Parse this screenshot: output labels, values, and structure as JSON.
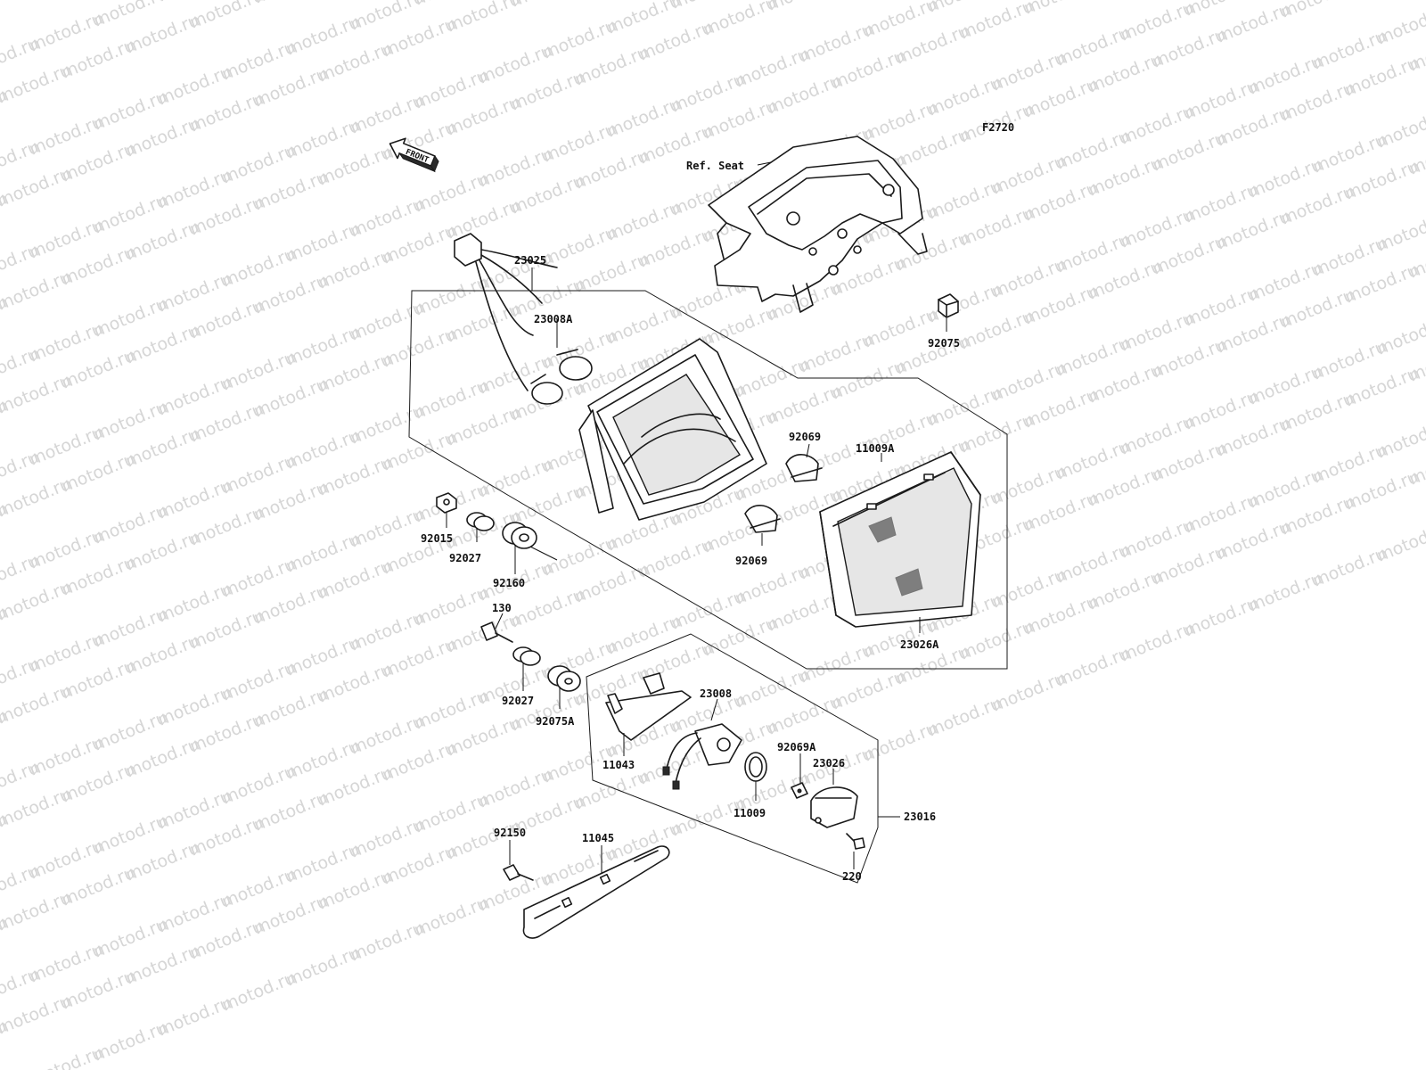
{
  "watermark": {
    "text": "motod.ru"
  },
  "figure_code": "F2720",
  "front_arrow": {
    "text": "FRONT"
  },
  "reference_label": "Ref. Seat",
  "parts": {
    "p23025": "23025",
    "p23008A": "23008A",
    "p92075": "92075",
    "p92069_upper": "92069",
    "p11009A": "11009A",
    "p92069_lower": "92069",
    "p23026A": "23026A",
    "p92015": "92015",
    "p92027_upper": "92027",
    "p92160": "92160",
    "p130": "130",
    "p92027_lower": "92027",
    "p92075A": "92075A",
    "p23008": "23008",
    "p11043": "11043",
    "p92069A": "92069A",
    "p23026": "23026",
    "p11009": "11009",
    "p23016": "23016",
    "p92150": "92150",
    "p11045": "11045",
    "p220": "220"
  },
  "colors": {
    "ink": "#1a1a1a",
    "watermark": "#d6d6d6",
    "background": "#ffffff"
  }
}
